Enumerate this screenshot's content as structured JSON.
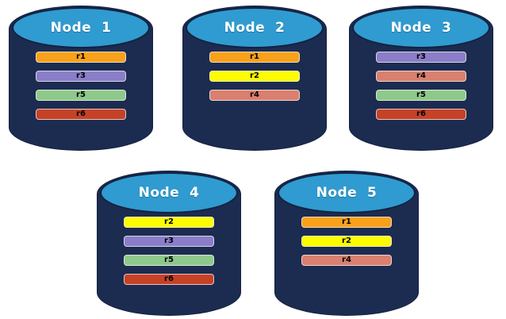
{
  "diagram": {
    "description": "replica distribution across database nodes"
  },
  "colors": {
    "cylinder_body": "#1C2B50",
    "cylinder_top": "#2F9BD0",
    "cylinder_outline": "#13213F",
    "node_label_text": "#FFFFFF",
    "replica_label_text": "#000000",
    "background": "#FFFFFF"
  },
  "replica_colors": {
    "r1": "#F9A11B",
    "r2": "#FDFD00",
    "r3": "#8A7EC8",
    "r4": "#D9806F",
    "r5": "#8EC98B",
    "r6": "#C54227"
  },
  "nodes": [
    {
      "label": "Node  1",
      "replicas": [
        "r1",
        "r3",
        "r5",
        "r6"
      ]
    },
    {
      "label": "Node  2",
      "replicas": [
        "r1",
        "r2",
        "r4"
      ]
    },
    {
      "label": "Node  3",
      "replicas": [
        "r3",
        "r4",
        "r5",
        "r6"
      ]
    },
    {
      "label": "Node  4",
      "replicas": [
        "r2",
        "r3",
        "r5",
        "r6"
      ]
    },
    {
      "label": "Node  5",
      "replicas": [
        "r1",
        "r2",
        "r4"
      ]
    }
  ]
}
